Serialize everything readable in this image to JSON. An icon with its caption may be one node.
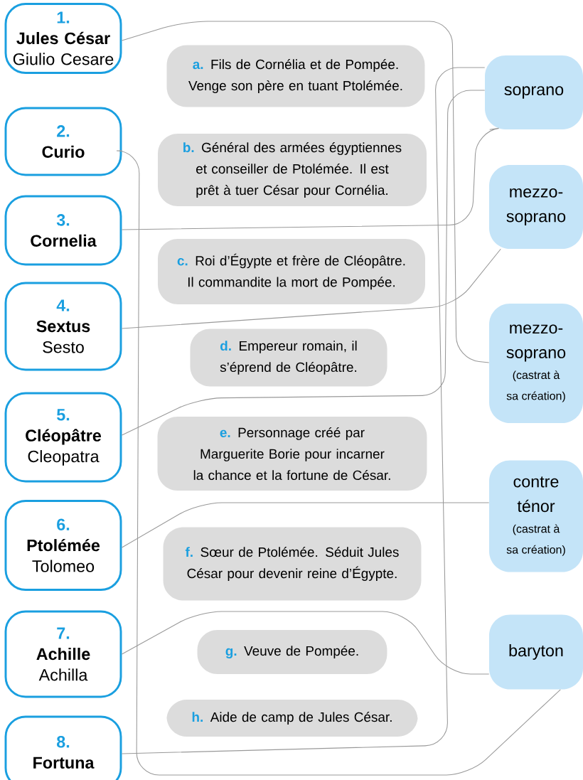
{
  "diagram": {
    "nodes": [
      {
        "text": [
          "1.",
          "Jules César",
          "Giulio Cesare"
        ]
      },
      {
        "text": [
          "2.",
          "Curio"
        ]
      },
      {
        "text": [
          "3.",
          "Cornelia"
        ]
      },
      {
        "text": [
          "4.",
          "Sextus",
          "Sesto"
        ]
      },
      {
        "text": [
          "5.",
          "Cléopâtre",
          "Cleopatra"
        ]
      },
      {
        "text": [
          "6.",
          "Ptolémée",
          "Tolomeo"
        ]
      },
      {
        "text": [
          "7.",
          "Achille",
          "Achilla"
        ]
      },
      {
        "text": [
          "8.",
          "Fortuna"
        ]
      },
      {
        "text": [
          "a.",
          "Fils de Cornélia et de Pompée. Venge son père en tuant Ptolémée."
        ]
      },
      {
        "text": [
          "b.",
          "Général des armées égyptiennes et conseiller de Ptolémée. Il est prêt à tuer César pour Cornélia."
        ]
      },
      {
        "text": [
          "c.",
          "Roi d’Égypte et frère de Cléopâtre. Il commandite la mort de Pompée."
        ]
      },
      {
        "text": [
          "d.",
          "Empereur romain, il s’éprend de Cléopâtre."
        ]
      },
      {
        "text": [
          "e.",
          "Personnage créé par Marguerite Borie pour incarner la chance et la fortune de César."
        ]
      },
      {
        "text": [
          "f.",
          "Sœur de Ptolémée. Séduit Jules César pour devenir reine d’Égypte."
        ]
      },
      {
        "text": [
          "g.",
          "Veuve de Pompée."
        ]
      },
      {
        "text": [
          "h.",
          "Aide de camp de Jules César."
        ]
      },
      {
        "text": [
          "soprano"
        ]
      },
      {
        "text": [
          "mezzo-soprano"
        ]
      },
      {
        "text": [
          "mezzo-soprano",
          "(castrat à sa création)"
        ]
      },
      {
        "text": [
          "contre ténor",
          "(castrat à sa création)"
        ]
      },
      {
        "text": [
          "baryton"
        ]
      }
    ],
    "edges": [
      {
        "from": 0,
        "to": 18,
        "arrow": "none"
      },
      {
        "from": 1,
        "to": 20,
        "arrow": "none"
      },
      {
        "from": 2,
        "to": 16,
        "arrow": "none"
      },
      {
        "from": 3,
        "to": 17,
        "arrow": "none"
      },
      {
        "from": 4,
        "to": 16,
        "arrow": "none"
      },
      {
        "from": 5,
        "to": 19,
        "arrow": "none"
      },
      {
        "from": 6,
        "to": 20,
        "arrow": "none"
      },
      {
        "from": 7,
        "to": 16,
        "arrow": "none"
      }
    ]
  }
}
